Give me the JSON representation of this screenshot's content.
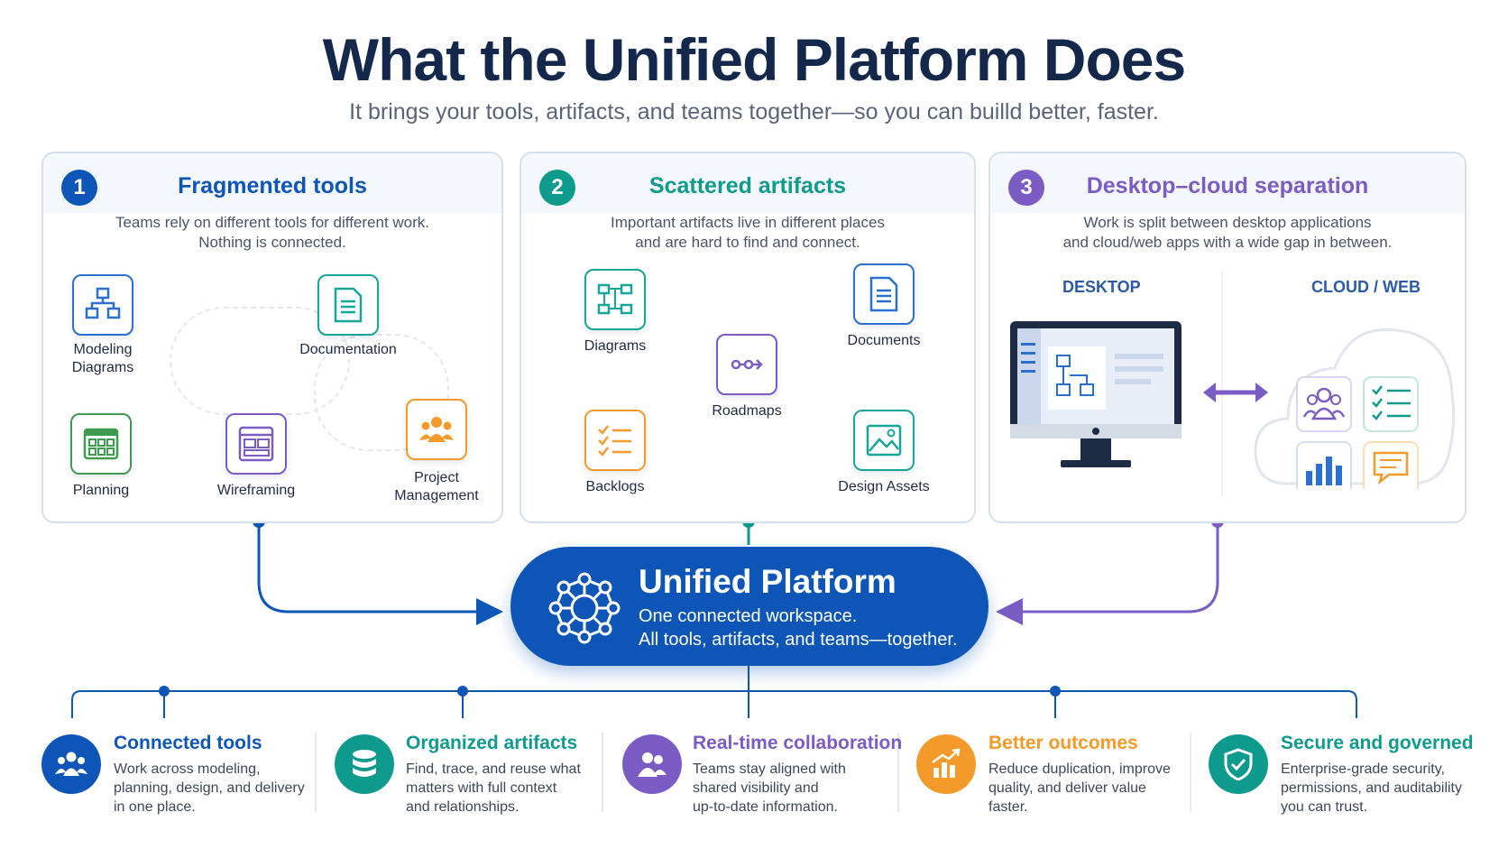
{
  "header": {
    "title": "What the Unified Platform Does",
    "subtitle": "It brings your tools, artifacts, and teams together—so you can builld better, faster."
  },
  "panels": [
    {
      "number": "1",
      "title": "Fragmented tools",
      "description": "Teams rely on different tools for different work.\nNothing is connected.",
      "color": "#0d56b8",
      "items": [
        {
          "label": "Modeling\nDiagrams",
          "icon": "diagram-icon"
        },
        {
          "label": "Documentation",
          "icon": "document-icon"
        },
        {
          "label": "Planning",
          "icon": "calendar-grid-icon"
        },
        {
          "label": "Wireframing",
          "icon": "wireframe-icon"
        },
        {
          "label": "Project\nManagement",
          "icon": "people-icon"
        }
      ]
    },
    {
      "number": "2",
      "title": "Scattered artifacts",
      "description": "Important artifacts live in different places\nand are hard to find and connect.",
      "color": "#0f9a8e",
      "items": [
        {
          "label": "Diagrams",
          "icon": "diagram-icon"
        },
        {
          "label": "Documents",
          "icon": "document-icon"
        },
        {
          "label": "Roadmaps",
          "icon": "roadmap-icon"
        },
        {
          "label": "Backlogs",
          "icon": "checklist-icon"
        },
        {
          "label": "Design Assets",
          "icon": "image-icon"
        }
      ]
    },
    {
      "number": "3",
      "title": "Desktop–cloud separation",
      "description": "Work is split between desktop applications\nand cloud/web apps with a wide gap in between.",
      "color": "#7b5cc4",
      "desktop_label": "DESKTOP",
      "cloud_label": "CLOUD / WEB"
    }
  ],
  "platform": {
    "title": "Unified Platform",
    "line1": "One connected workspace.",
    "line2": "All tools, artifacts, and teams—together."
  },
  "features": [
    {
      "title": "Connected tools",
      "description": "Work across modeling,\nplanning, design, and delivery\nin one place.",
      "color": "#0d56b8",
      "icon": "people-icon"
    },
    {
      "title": "Organized artifacts",
      "description": "Find, trace, and reuse what\nmatters with full context\nand relationships.",
      "color": "#0f9a8e",
      "icon": "database-icon"
    },
    {
      "title": "Real-time collaboration",
      "description": "Teams stay aligned with\nshared visibility and\nup-to-date information.",
      "color": "#7b5cc4",
      "icon": "team-icon"
    },
    {
      "title": "Better outcomes",
      "description": "Reduce duplication, improve\nquality, and deliver value\nfaster.",
      "color": "#f39a2b",
      "icon": "chart-up-icon"
    },
    {
      "title": "Secure and governed",
      "description": "Enterprise-grade security,\npermissions, and auditability\nyou can trust.",
      "color": "#0f9a8e",
      "icon": "shield-icon"
    }
  ]
}
